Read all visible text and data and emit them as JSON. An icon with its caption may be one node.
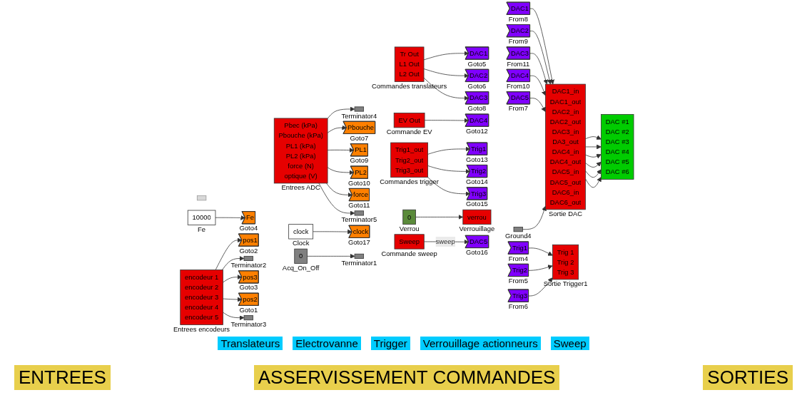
{
  "diagram": {
    "nodes": [
      {
        "text": [],
        "shape": "box"
      },
      {
        "text": [
          "10000"
        ],
        "beside": [
          "Fe"
        ]
      },
      {
        "text": [
          "Fe"
        ],
        "beside": [
          "Goto4"
        ]
      },
      {
        "text": [
          "encodeur 1",
          "encodeur 2",
          "encodeur 3",
          "encodeur 4",
          "encodeur 5"
        ],
        "beside": [
          "Entrees encodeurs"
        ]
      },
      {
        "text": [
          "pos1"
        ],
        "beside": [
          "Goto2"
        ]
      },
      {
        "text": [],
        "shape": "box",
        "beside": [
          "Terminator2"
        ]
      },
      {
        "text": [
          "pos3"
        ],
        "beside": [
          "Goto3"
        ]
      },
      {
        "text": [
          "pos2"
        ],
        "beside": [
          "Goto1"
        ]
      },
      {
        "text": [],
        "shape": "box",
        "beside": [
          "Terminator3"
        ]
      },
      {
        "text": [
          "Pbec (kPa)",
          "Pbouche (kPa)",
          "PL1 (kPa)",
          "PL2 (kPa)",
          "force (N)",
          "optique (V)"
        ],
        "beside": [
          "Entrees ADC"
        ]
      },
      {
        "text": [],
        "shape": "box",
        "beside": [
          "Terminator4"
        ]
      },
      {
        "text": [
          "Pbouche"
        ],
        "beside": [
          "Goto7"
        ]
      },
      {
        "text": [
          "PL1"
        ],
        "beside": [
          "Goto9"
        ]
      },
      {
        "text": [
          "PL2"
        ],
        "beside": [
          "Goto10"
        ]
      },
      {
        "text": [
          "force"
        ],
        "beside": [
          "Goto11"
        ]
      },
      {
        "text": [],
        "shape": "box",
        "beside": [
          "Terminator5"
        ]
      },
      {
        "text": [
          "clock"
        ],
        "beside": [
          "Clock"
        ]
      },
      {
        "text": [
          "clock"
        ],
        "beside": [
          "Goto17"
        ]
      },
      {
        "text": [
          "0"
        ],
        "beside": [
          "Acq_On_Off"
        ]
      },
      {
        "text": [],
        "shape": "box",
        "beside": [
          "Terminator1"
        ]
      },
      {
        "text": [
          "Tr Out",
          "L1 Out",
          "L2 Out"
        ],
        "beside": [
          "Commandes translateurs"
        ]
      },
      {
        "text": [
          "DAC1"
        ],
        "beside": [
          "Goto5"
        ]
      },
      {
        "text": [
          "DAC2"
        ],
        "beside": [
          "Goto6"
        ]
      },
      {
        "text": [
          "DAC3"
        ],
        "beside": [
          "Goto8"
        ]
      },
      {
        "text": [
          "EV Out"
        ],
        "beside": [
          "Commande EV"
        ]
      },
      {
        "text": [
          "DAC4"
        ],
        "beside": [
          "Goto12"
        ]
      },
      {
        "text": [
          "Trig1_out",
          "Trig2_out",
          "Trig3_out"
        ],
        "beside": [
          "Commandes trigger"
        ]
      },
      {
        "text": [
          "Trig1"
        ],
        "beside": [
          "Goto13"
        ]
      },
      {
        "text": [
          "Trig2"
        ],
        "beside": [
          "Goto14"
        ]
      },
      {
        "text": [
          "Trig3"
        ],
        "beside": [
          "Goto15"
        ]
      },
      {
        "text": [
          "0"
        ],
        "beside": [
          "Verrou"
        ]
      },
      {
        "text": [
          "verrou"
        ],
        "beside": [
          "Verrouillage"
        ]
      },
      {
        "text": [
          "Sweep"
        ],
        "beside": [
          "Commande sweep"
        ]
      },
      {
        "text": [
          "DAC5"
        ],
        "beside": [
          "Goto16"
        ]
      },
      {
        "text": [
          "DAC1"
        ],
        "beside": [
          "From8"
        ]
      },
      {
        "text": [
          "DAC2"
        ],
        "beside": [
          "From9"
        ]
      },
      {
        "text": [
          "DAC3"
        ],
        "beside": [
          "From11"
        ]
      },
      {
        "text": [
          "DAC4"
        ],
        "beside": [
          "From10"
        ]
      },
      {
        "text": [
          "DAC5"
        ],
        "beside": [
          "From7"
        ]
      },
      {
        "text": [],
        "shape": "box",
        "beside": [
          "Ground4"
        ]
      },
      {
        "text": [
          "DAC1_in",
          "DAC1_out",
          "DAC2_in",
          "DAC2_out",
          "DAC3_in",
          "DA3_out",
          "DAC4_in",
          "DAC4_out",
          "DAC5_in",
          "DAC5_out",
          "DAC6_in",
          "DAC6_out"
        ],
        "beside": [
          "Sortie DAC"
        ]
      },
      {
        "text": [
          "DAC #1",
          "DAC #2",
          "DAC #3",
          "DAC #4",
          "DAC #5",
          "DAC #6"
        ]
      },
      {
        "text": [
          "Trig1"
        ],
        "beside": [
          "From4"
        ]
      },
      {
        "text": [
          "Trig2"
        ],
        "beside": [
          "From5"
        ]
      },
      {
        "text": [
          "Trig3"
        ],
        "beside": [
          "From6"
        ]
      },
      {
        "text": [
          "Trig 1",
          "Trig 2",
          "Trig 3"
        ],
        "beside": [
          "Sortie Trigger1"
        ]
      }
    ],
    "edges": [
      {
        "from": 1,
        "to": 2,
        "arrow": "to"
      },
      {
        "from": 3,
        "to": 4,
        "arrow": "to"
      },
      {
        "from": 3,
        "to": 5,
        "arrow": "to"
      },
      {
        "from": 3,
        "to": 6,
        "arrow": "to"
      },
      {
        "from": 3,
        "to": 7,
        "arrow": "to"
      },
      {
        "from": 3,
        "to": 8,
        "arrow": "to"
      },
      {
        "from": 9,
        "to": 10,
        "arrow": "to"
      },
      {
        "from": 9,
        "to": 11,
        "arrow": "to"
      },
      {
        "from": 9,
        "to": 12,
        "arrow": "to"
      },
      {
        "from": 9,
        "to": 13,
        "arrow": "to"
      },
      {
        "from": 9,
        "to": 14,
        "arrow": "to"
      },
      {
        "from": 9,
        "to": 15,
        "arrow": "to"
      },
      {
        "from": 16,
        "to": 17,
        "arrow": "to"
      },
      {
        "from": 18,
        "to": 19,
        "arrow": "to"
      },
      {
        "from": 20,
        "to": 21,
        "arrow": "to"
      },
      {
        "from": 20,
        "to": 22,
        "arrow": "to"
      },
      {
        "from": 20,
        "to": 23,
        "arrow": "to"
      },
      {
        "from": 24,
        "to": 25,
        "arrow": "to"
      },
      {
        "from": 26,
        "to": 27,
        "arrow": "to"
      },
      {
        "from": 26,
        "to": 28,
        "arrow": "to"
      },
      {
        "from": 26,
        "to": 29,
        "arrow": "to"
      },
      {
        "from": 30,
        "to": 31,
        "arrow": "to"
      },
      {
        "from": 32,
        "to": 33,
        "label": "sweep",
        "arrow": "to"
      },
      {
        "from": 34,
        "to": 40,
        "arrow": "to"
      },
      {
        "from": 35,
        "to": 40,
        "arrow": "to"
      },
      {
        "from": 36,
        "to": 40,
        "arrow": "to"
      },
      {
        "from": 37,
        "to": 40,
        "arrow": "to"
      },
      {
        "from": 38,
        "to": 40,
        "arrow": "to"
      },
      {
        "from": 39,
        "to": 40,
        "arrow": "to"
      },
      {
        "from": 40,
        "to": 41,
        "arrow": "to"
      },
      {
        "from": 40,
        "to": 41,
        "arrow": "to"
      },
      {
        "from": 40,
        "to": 41,
        "arrow": "to"
      },
      {
        "from": 40,
        "to": 41,
        "arrow": "to"
      },
      {
        "from": 40,
        "to": 41,
        "arrow": "to"
      },
      {
        "from": 40,
        "to": 41,
        "arrow": "to"
      },
      {
        "from": 42,
        "to": 45,
        "arrow": "to"
      },
      {
        "from": 43,
        "to": 45,
        "arrow": "to"
      },
      {
        "from": 44,
        "to": 45,
        "arrow": "to"
      }
    ],
    "labels": [
      "Translateurs",
      "Electrovanne",
      "Trigger",
      "Verrouillage actionneurs",
      "Sweep",
      "ENTREES",
      "ASSERVISSEMENT COMMANDES",
      "SORTIES"
    ]
  }
}
